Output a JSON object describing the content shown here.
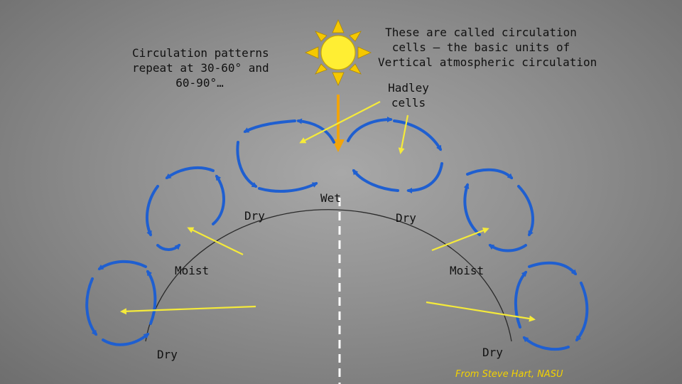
{
  "text": {
    "left_note_line1": "Circulation patterns",
    "left_note_line2": "repeat at 30-60° and",
    "left_note_line3": "60-90°…",
    "right_note_line1": "These are called circulation",
    "right_note_line2": "cells – the basic units of",
    "right_note_line3": "Vertical atmospheric circulation",
    "hadley_line1": "Hadley",
    "hadley_line2": "cells",
    "wet": "Wet",
    "dry_left_upper": "Dry",
    "dry_right_upper": "Dry",
    "moist_left": "Moist",
    "moist_right": "Moist",
    "dry_left_lower": "Dry",
    "dry_right_lower": "Dry",
    "credit": "From Steve Hart, NASU"
  },
  "colors": {
    "cell": "#1f5fd0",
    "pointer": "#f5ea3a",
    "sunray": "#f5c800",
    "sun": "#ffee33",
    "sunbeam": "#f1a40c",
    "earth": "#2a2a2a",
    "equator": "#ffffff"
  },
  "icons": [
    "sun-icon",
    "sunbeam-arrow-icon"
  ]
}
